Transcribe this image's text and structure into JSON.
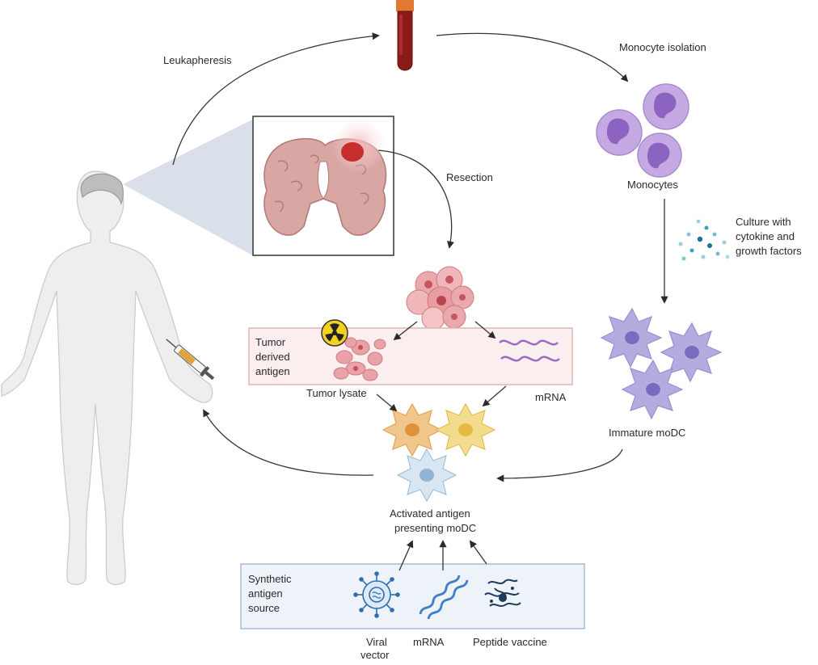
{
  "labels": {
    "leukapheresis": "Leukapheresis",
    "monocyte_isolation": "Monocyte isolation",
    "resection": "Resection",
    "monocytes": "Monocytes",
    "culture_line1": "Culture with",
    "culture_line2": "cytokine and",
    "culture_line3": "growth factors",
    "tumor_derived_line1": "Tumor",
    "tumor_derived_line2": "derived",
    "tumor_derived_line3": "antigen",
    "tumor_lysate": "Tumor lysate",
    "mrna_top": "mRNA",
    "immature_modc": "Immature moDC",
    "activated_line1": "Activated antigen",
    "activated_line2": "presenting moDC",
    "synthetic_line1": "Synthetic",
    "synthetic_line2": "antigen",
    "synthetic_line3": "source",
    "viral_line1": "Viral",
    "viral_line2": "vector",
    "mrna_bottom": "mRNA",
    "peptide_vaccine": "Peptide vaccine"
  },
  "colors": {
    "blood": "#8b1a1a",
    "monocyte": "#b594d6",
    "modc": "#9b8fd2",
    "tumor": "#e7a1a6",
    "lysate": "#df8f95",
    "brain": "#d8a6a3",
    "tumor_spot": "#c62e2e",
    "cytokine": "#3a9fc0",
    "mrna_purple": "#9a6bc4",
    "mrna_blue": "#3a7fc8",
    "activated_orange": "#f1c68a",
    "activated_yellow": "#f4dc8e",
    "activated_blue": "#bcd6e8",
    "human": "#eeeeee",
    "box_pink": "#fbeeee",
    "box_blue": "#eef3f9"
  }
}
